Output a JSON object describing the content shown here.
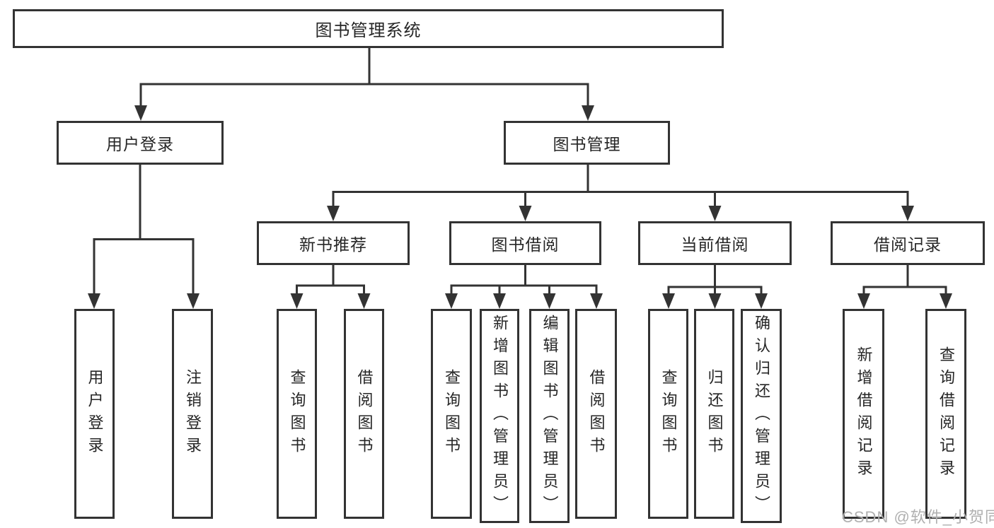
{
  "root": {
    "label": "图书管理系统"
  },
  "branches": [
    {
      "label": "用户登录",
      "children": [
        {
          "label": "用户登录"
        },
        {
          "label": "注销登录"
        }
      ]
    },
    {
      "label": "图书管理",
      "sections": [
        {
          "label": "新书推荐",
          "children": [
            {
              "label": "查询图书"
            },
            {
              "label": "借阅图书"
            }
          ]
        },
        {
          "label": "图书借阅",
          "children": [
            {
              "label": "查询图书"
            },
            {
              "label": "新增图书（管理员）"
            },
            {
              "label": "编辑图书（管理员）"
            },
            {
              "label": "借阅图书"
            }
          ]
        },
        {
          "label": "当前借阅",
          "children": [
            {
              "label": "查询图书"
            },
            {
              "label": "归还图书"
            },
            {
              "label": "确认归还（管理员）"
            }
          ]
        },
        {
          "label": "借阅记录",
          "children": [
            {
              "label": "新增借阅记录"
            },
            {
              "label": "查询借阅记录"
            }
          ]
        }
      ]
    }
  ],
  "watermark": {
    "text": "CSDN @软件_小贺同学"
  },
  "colors": {
    "line": "#333333",
    "text": "#262626",
    "watermark": "#b0b0b0",
    "background": "#ffffff"
  }
}
